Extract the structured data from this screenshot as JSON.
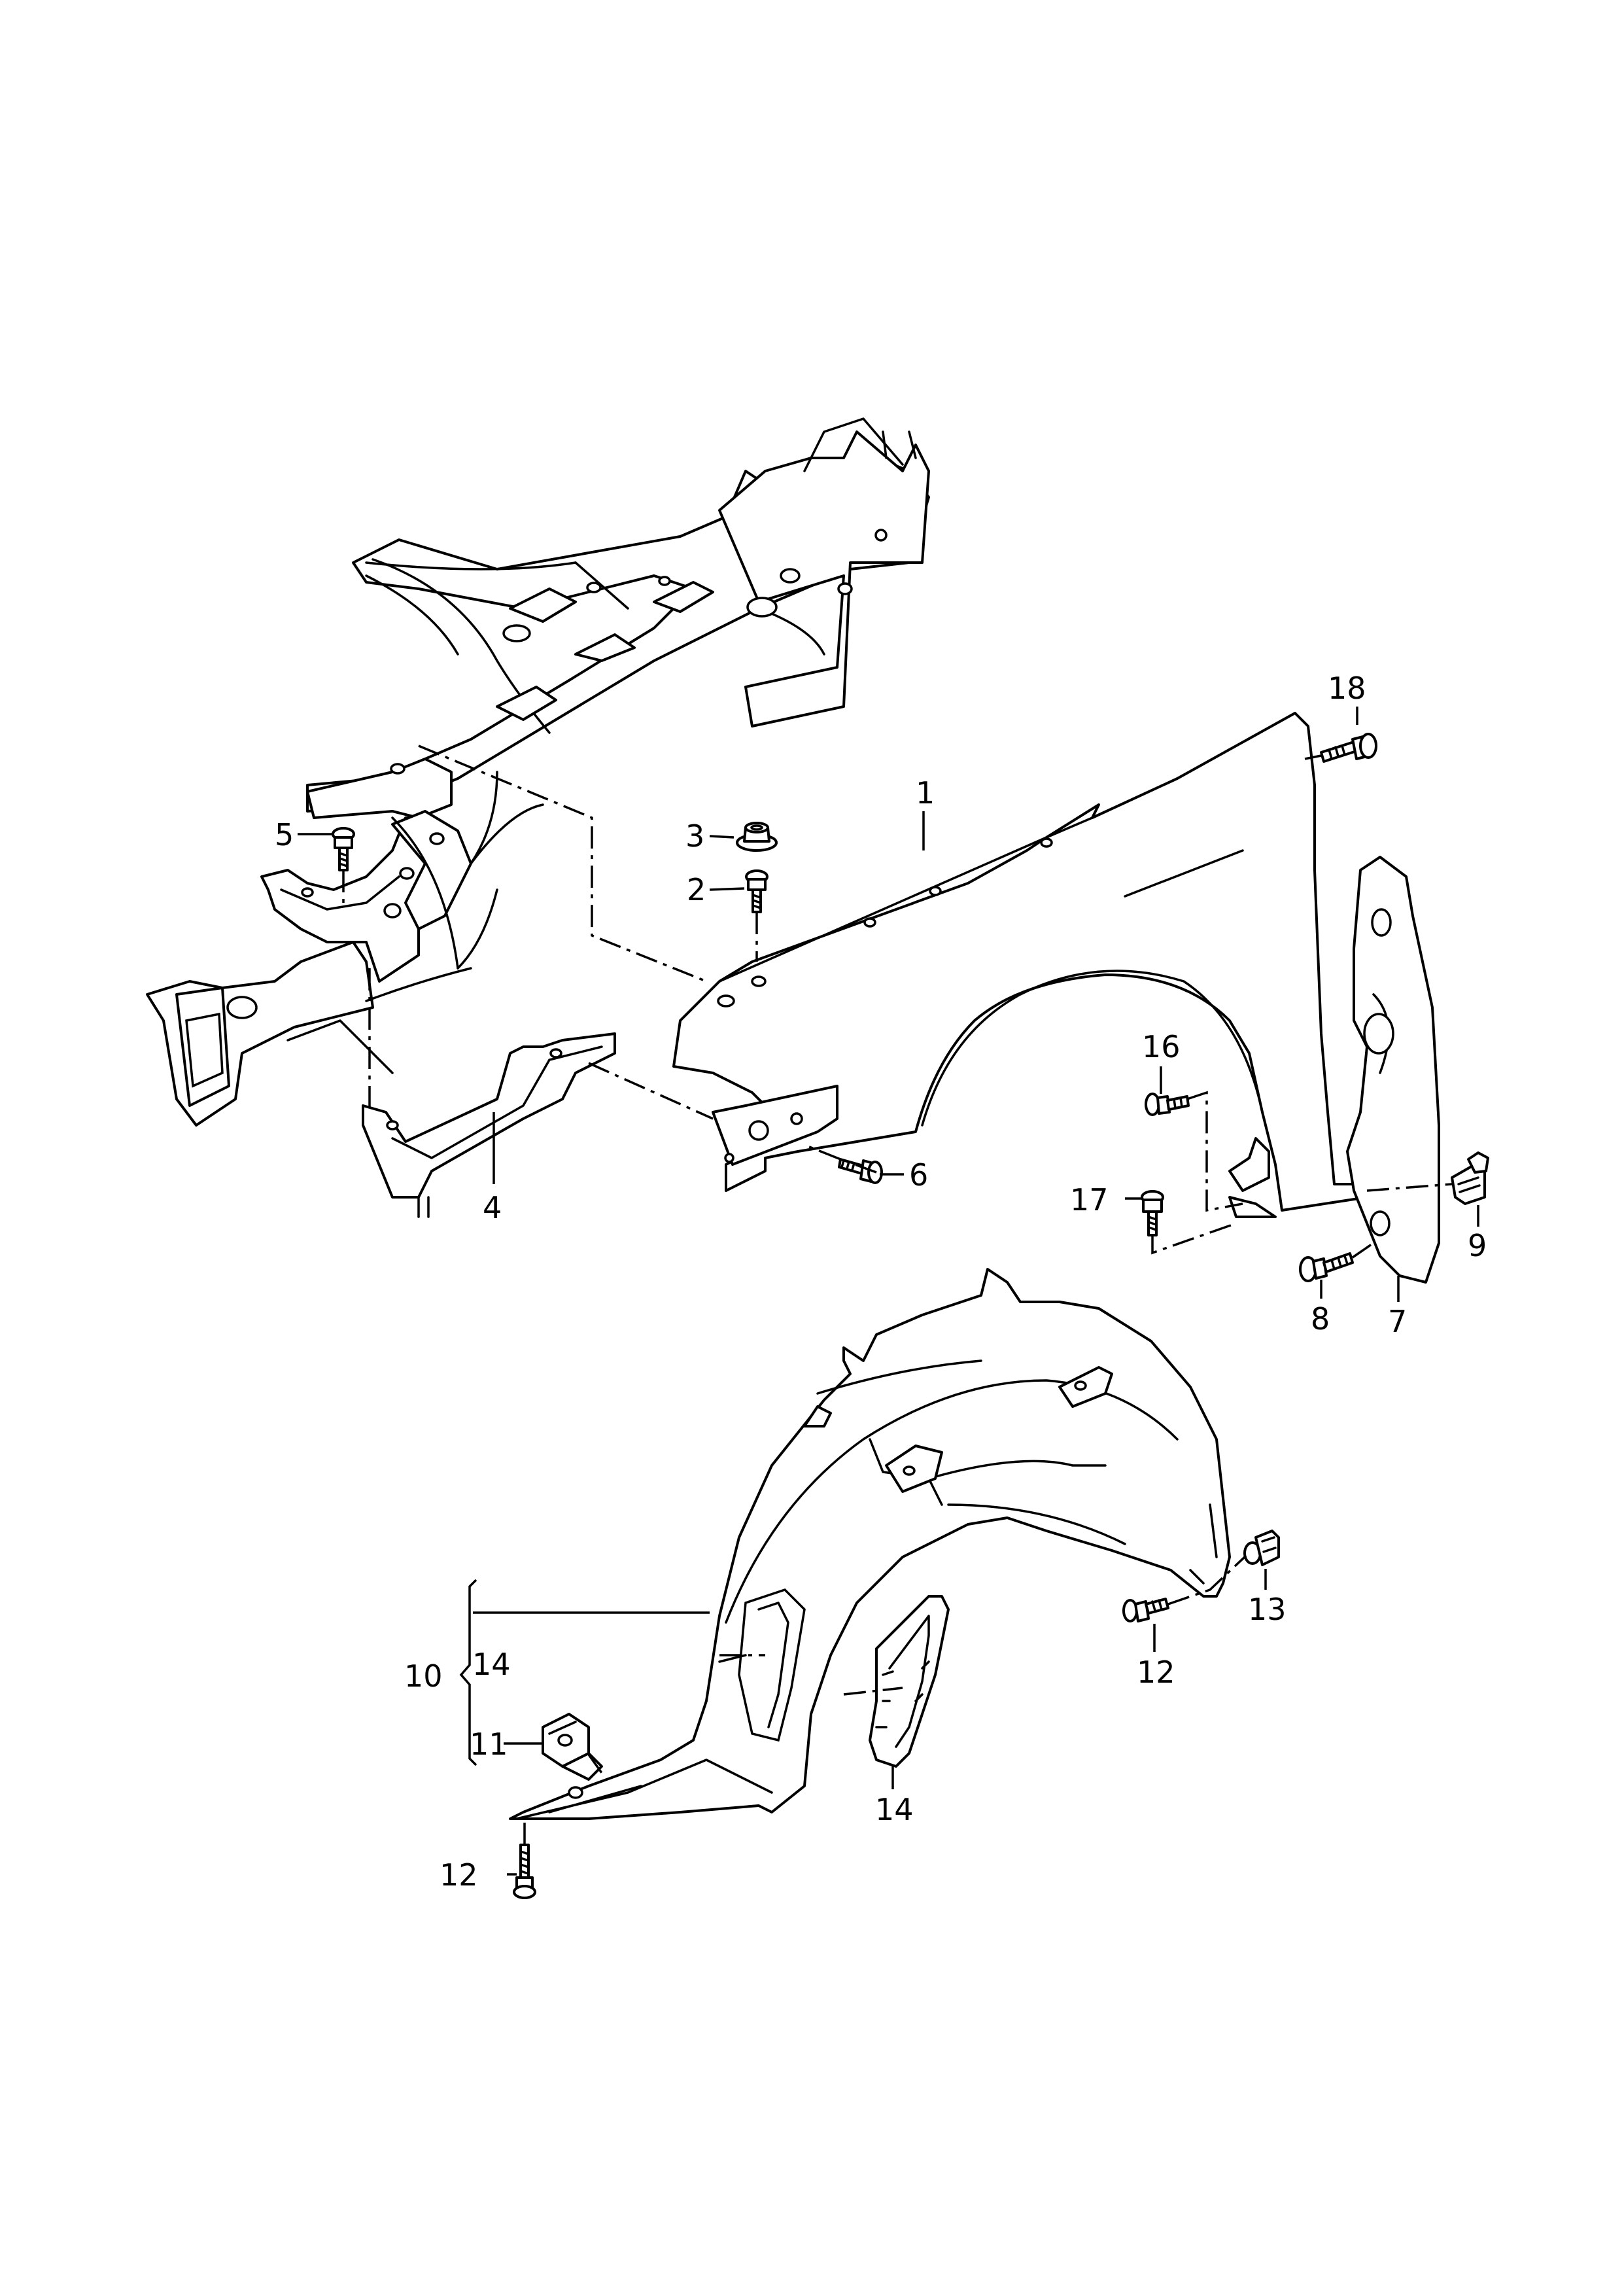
{
  "callouts": {
    "c1": "1",
    "c2": "2",
    "c3": "3",
    "c4": "4",
    "c5": "5",
    "c6": "6",
    "c7": "7",
    "c8": "8",
    "c9": "9",
    "c10": "10",
    "c11": "11",
    "c12a": "12",
    "c12b": "12",
    "c13": "13",
    "c14a": "14",
    "c14b": "14",
    "c16": "16",
    "c17": "17",
    "c18": "18"
  },
  "colors": {
    "line": "#000000",
    "background": "#ffffff"
  }
}
